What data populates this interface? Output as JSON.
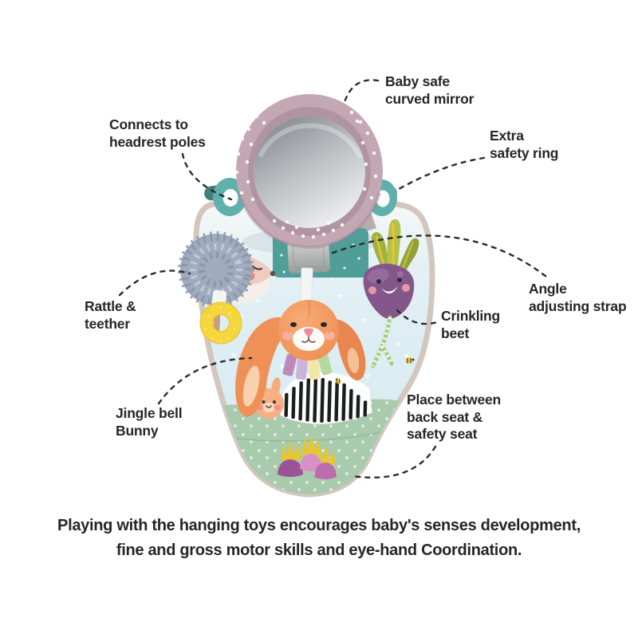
{
  "colors": {
    "ink": "#262626",
    "leader": "#2b2b2b",
    "mirror_frame": "#c3a7b3",
    "mirror_bevel": "#b194a1",
    "teal": "#60b1ab",
    "teal_dark": "#437e7a",
    "strap_teal": "#4f9e99",
    "trim": "#d3c6be",
    "panel_blue": "#dcedf3",
    "panel_green": "#a9cbad",
    "pom_gray": "#a0acbe",
    "teether_yellow": "#f6d63d",
    "bunny_orange": "#ef9156",
    "beet_purple": "#84578b",
    "leaf_green": "#b5c24a",
    "tag_mauve": "#bb8ab8",
    "tag_lavender": "#cbb3da",
    "tag_yellow": "#f2e7a4",
    "tag_green": "#b5d99c"
  },
  "labels": [
    {
      "id": "connects-headrest",
      "text": "Connects to\nheadrest poles"
    },
    {
      "id": "baby-safe-mirror",
      "text": "Baby safe\ncurved mirror"
    },
    {
      "id": "extra-safety-ring",
      "text": "Extra\nsafety ring"
    },
    {
      "id": "rattle-teether",
      "text": "Rattle &\nteether"
    },
    {
      "id": "angle-adjusting-strap",
      "text": "Angle\nadjusting strap"
    },
    {
      "id": "crinkling-beet",
      "text": "Crinkling\nbeet"
    },
    {
      "id": "jingle-bell-bunny",
      "text": "Jingle bell\nBunny"
    },
    {
      "id": "place-between-seats",
      "text": "Place between\nback seat &\nsafety seat"
    }
  ],
  "caption": {
    "text": "Playing with the hanging toys encourages baby's senses development,\nfine and gross motor skills and eye-hand Coordination."
  }
}
